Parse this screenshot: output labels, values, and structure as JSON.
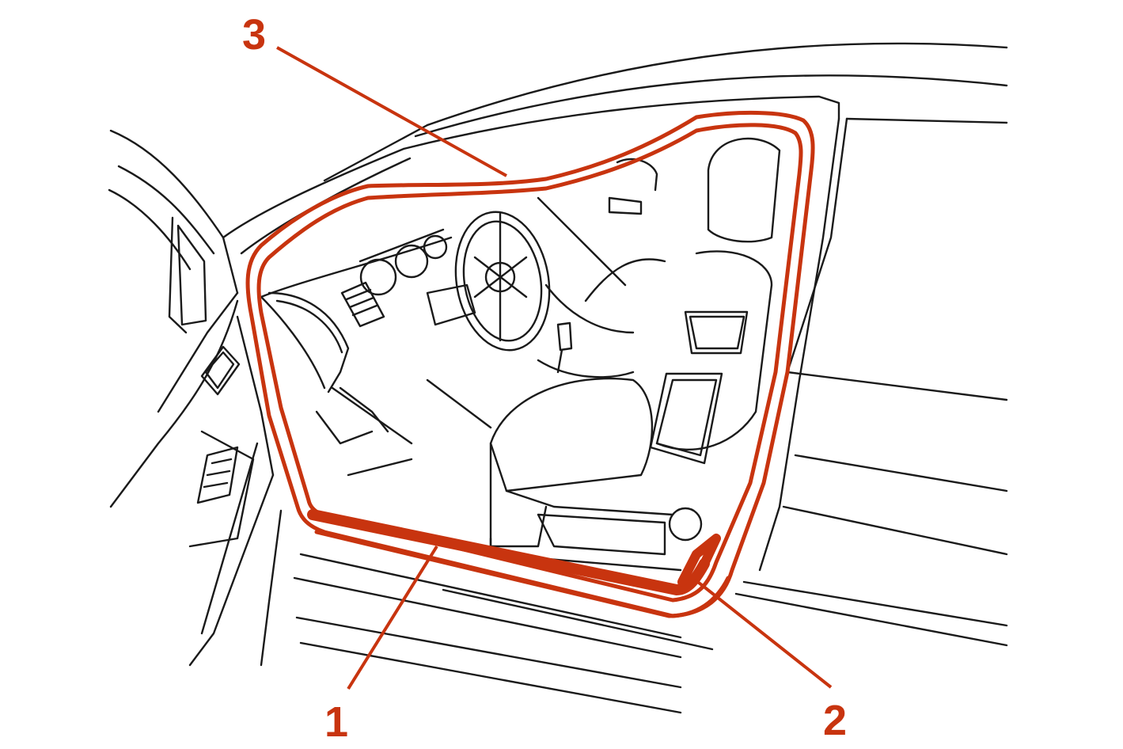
{
  "callouts": [
    {
      "id": "1",
      "label": "1"
    },
    {
      "id": "2",
      "label": "2"
    },
    {
      "id": "3",
      "label": "3"
    }
  ],
  "colors": {
    "accent": "#c8340f",
    "line": "#1a1a1a",
    "background": "#ffffff"
  }
}
